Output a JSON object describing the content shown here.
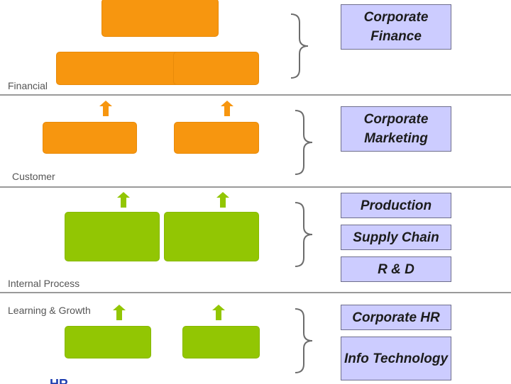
{
  "sections": {
    "financial": "Financial",
    "customer": "Customer",
    "internal_process": "Internal Process",
    "learning_growth": "Learning & Growth"
  },
  "departments": {
    "corporate_finance": "Corporate Finance",
    "corporate_marketing": "Corporate Marketing",
    "production": "Production",
    "supply_chain": "Supply Chain",
    "r_and_d": "R & D",
    "corporate_hr": "Corporate HR",
    "info_technology": "Info Technology"
  },
  "footer": {
    "partial_text": "HR"
  },
  "colors": {
    "orange": "#f7960f",
    "green": "#92c603",
    "department_fill": "#ccccff",
    "divider": "#9a9a9a"
  },
  "icons": {
    "up_arrow": "up-arrow-icon",
    "brace": "right-curly-brace-icon"
  }
}
